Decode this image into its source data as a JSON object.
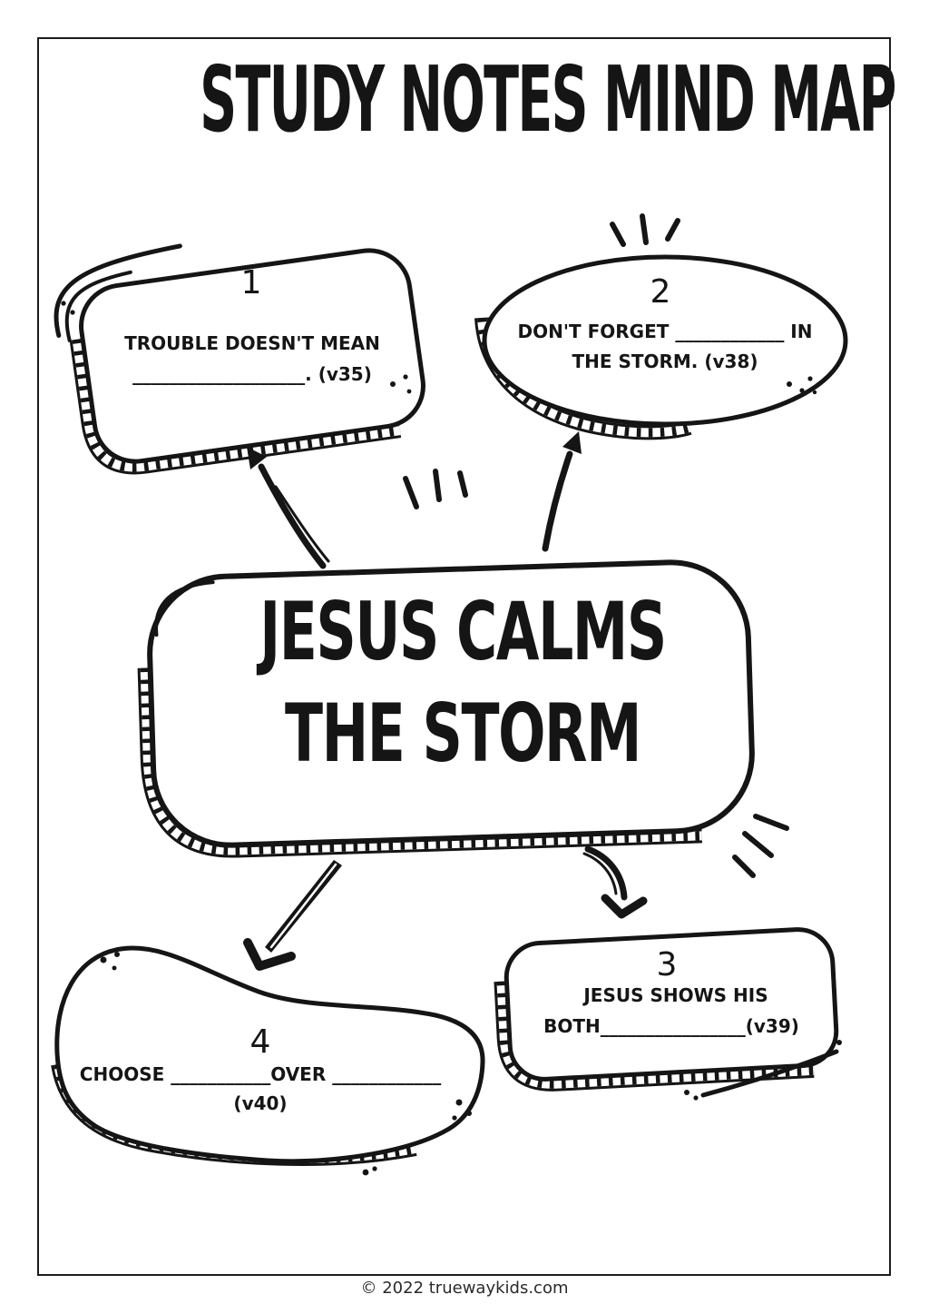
{
  "page": {
    "title": "STUDY NOTES MIND MAP",
    "footer": "© 2022 truewaykids.com",
    "colors": {
      "ink": "#151515",
      "paper": "#ffffff",
      "frame": "#1c1c1c"
    }
  },
  "center_bubble": {
    "line1": "JESUS CALMS",
    "line2": "THE STORM"
  },
  "bubbles": [
    {
      "number": "1",
      "line1": "TROUBLE DOESN'T MEAN",
      "line2": "___________________. (v35)"
    },
    {
      "number": "2",
      "line1": "DON'T FORGET ____________ IN",
      "line2": "THE STORM. (v38)"
    },
    {
      "number": "3",
      "line1": "JESUS SHOWS HIS",
      "line2": "BOTH________________(v39)"
    },
    {
      "number": "4",
      "line1": "CHOOSE ___________OVER ____________",
      "line2": "(v40)"
    }
  ],
  "decorations": {
    "arrows": [
      "arrow-center-to-bubble-1",
      "arrow-center-to-bubble-2",
      "arrow-center-to-bubble-3",
      "arrow-center-to-bubble-4"
    ],
    "emphasis_marks": [
      "ticks-above-bubble-2",
      "ticks-above-center-bubble",
      "ticks-beside-center-bubble"
    ]
  }
}
